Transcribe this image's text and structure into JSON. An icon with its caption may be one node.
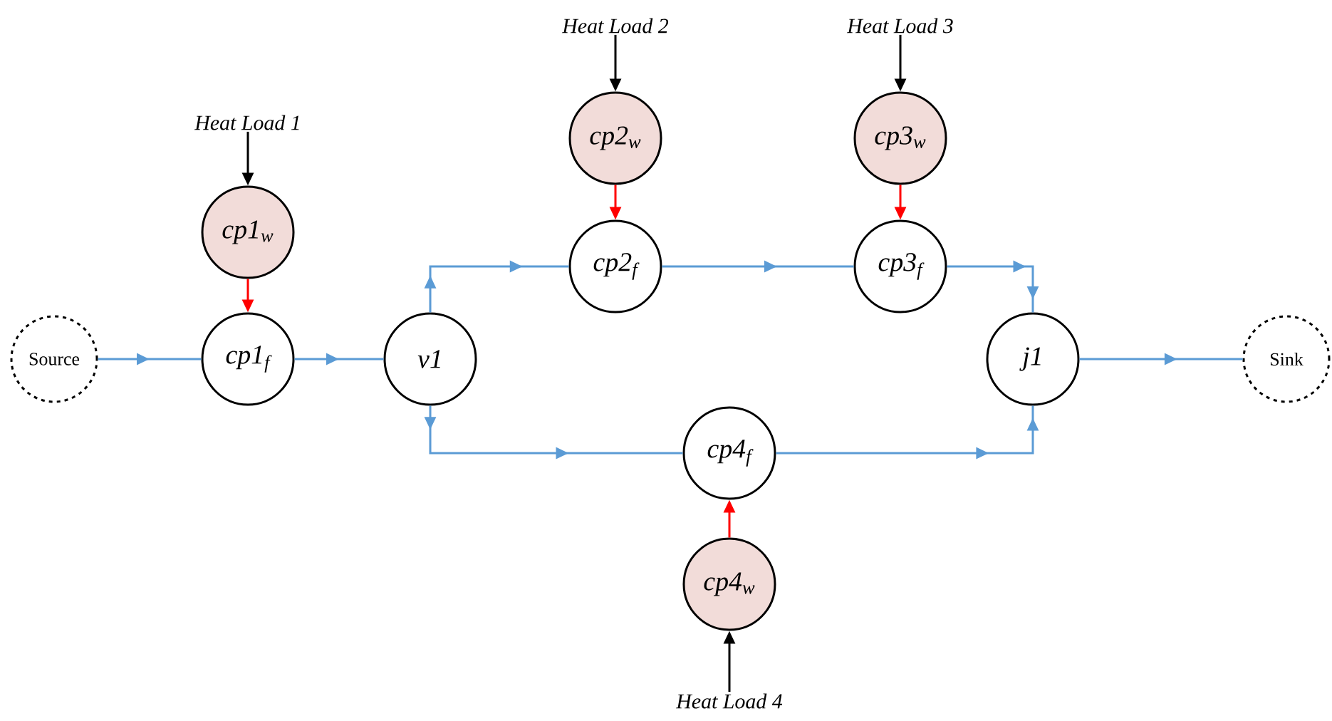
{
  "diagram": {
    "nodes": [
      {
        "text": [
          "Heat Load 1"
        ]
      },
      {
        "text": [
          "Heat Load 2"
        ]
      },
      {
        "text": [
          "Heat Load 3"
        ]
      },
      {
        "text": [
          "cp2$_{w}$"
        ]
      },
      {
        "text": [
          "cp3$_{w}$"
        ]
      },
      {
        "text": [
          "cp1$_{w}$"
        ]
      },
      {
        "text": [
          "cp2$_{f}$"
        ]
      },
      {
        "text": [
          "cp3$_{f}$"
        ]
      },
      {
        "text": [
          "Source"
        ]
      },
      {
        "text": [
          "cp1$_{f}$"
        ]
      },
      {
        "text": [
          "v1"
        ]
      },
      {
        "text": [
          "j1"
        ]
      },
      {
        "text": [
          "Sink"
        ]
      },
      {
        "text": [
          "cp4$_{f}$"
        ]
      },
      {
        "text": [
          "cp4$_{w}$"
        ]
      },
      {
        "text": [
          "Heat Load 4"
        ]
      }
    ],
    "edges": [
      {
        "from": 8,
        "to": 9,
        "arrow": "to"
      },
      {
        "from": 9,
        "to": 10,
        "arrow": "to"
      },
      {
        "from": 10,
        "to": 6,
        "arrow": "to"
      },
      {
        "from": 6,
        "to": 7,
        "arrow": "to"
      },
      {
        "from": 7,
        "to": 11,
        "arrow": "to"
      },
      {
        "from": 10,
        "to": 13,
        "arrow": "to"
      },
      {
        "from": 13,
        "to": 11,
        "arrow": "to"
      },
      {
        "from": 11,
        "to": 12,
        "arrow": "to"
      },
      {
        "from": 0,
        "to": 5,
        "arrow": "to",
        "color": "#000000"
      },
      {
        "from": 5,
        "to": 9,
        "arrow": "to",
        "color": "#ff0000"
      },
      {
        "from": 1,
        "to": 3,
        "arrow": "to",
        "color": "#000000"
      },
      {
        "from": 3,
        "to": 6,
        "arrow": "to",
        "color": "#ff0000"
      },
      {
        "from": 2,
        "to": 4,
        "arrow": "to",
        "color": "#000000"
      },
      {
        "from": 4,
        "to": 7,
        "arrow": "to",
        "color": "#ff0000"
      },
      {
        "from": 15,
        "to": 14,
        "arrow": "to",
        "color": "#000000"
      },
      {
        "from": 14,
        "to": 13,
        "arrow": "to",
        "color": "#ff0000"
      }
    ]
  }
}
